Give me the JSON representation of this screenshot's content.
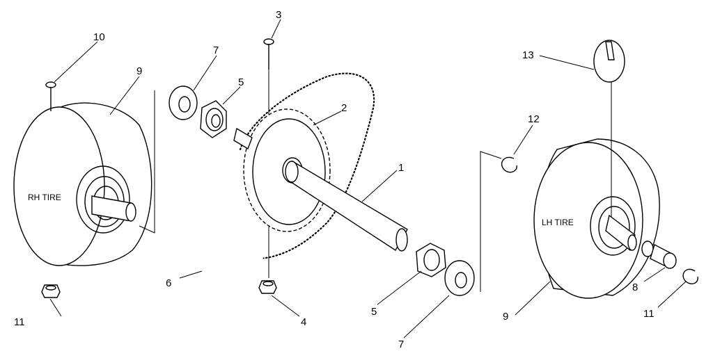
{
  "diagram": {
    "tire_labels": {
      "right": "RH TIRE",
      "left": "LH TIRE"
    },
    "callouts": [
      {
        "id": "c1",
        "text": "1"
      },
      {
        "id": "c2",
        "text": "2"
      },
      {
        "id": "c3",
        "text": "3"
      },
      {
        "id": "c4",
        "text": "4"
      },
      {
        "id": "c5a",
        "text": "5"
      },
      {
        "id": "c5b",
        "text": "5"
      },
      {
        "id": "c6",
        "text": "6"
      },
      {
        "id": "c7a",
        "text": "7"
      },
      {
        "id": "c7b",
        "text": "7"
      },
      {
        "id": "c8",
        "text": "8"
      },
      {
        "id": "c9a",
        "text": "9"
      },
      {
        "id": "c9b",
        "text": "9"
      },
      {
        "id": "c10",
        "text": "10"
      },
      {
        "id": "c11a",
        "text": "11"
      },
      {
        "id": "c11b",
        "text": "11"
      },
      {
        "id": "c12",
        "text": "12"
      },
      {
        "id": "c13",
        "text": "13"
      }
    ]
  }
}
